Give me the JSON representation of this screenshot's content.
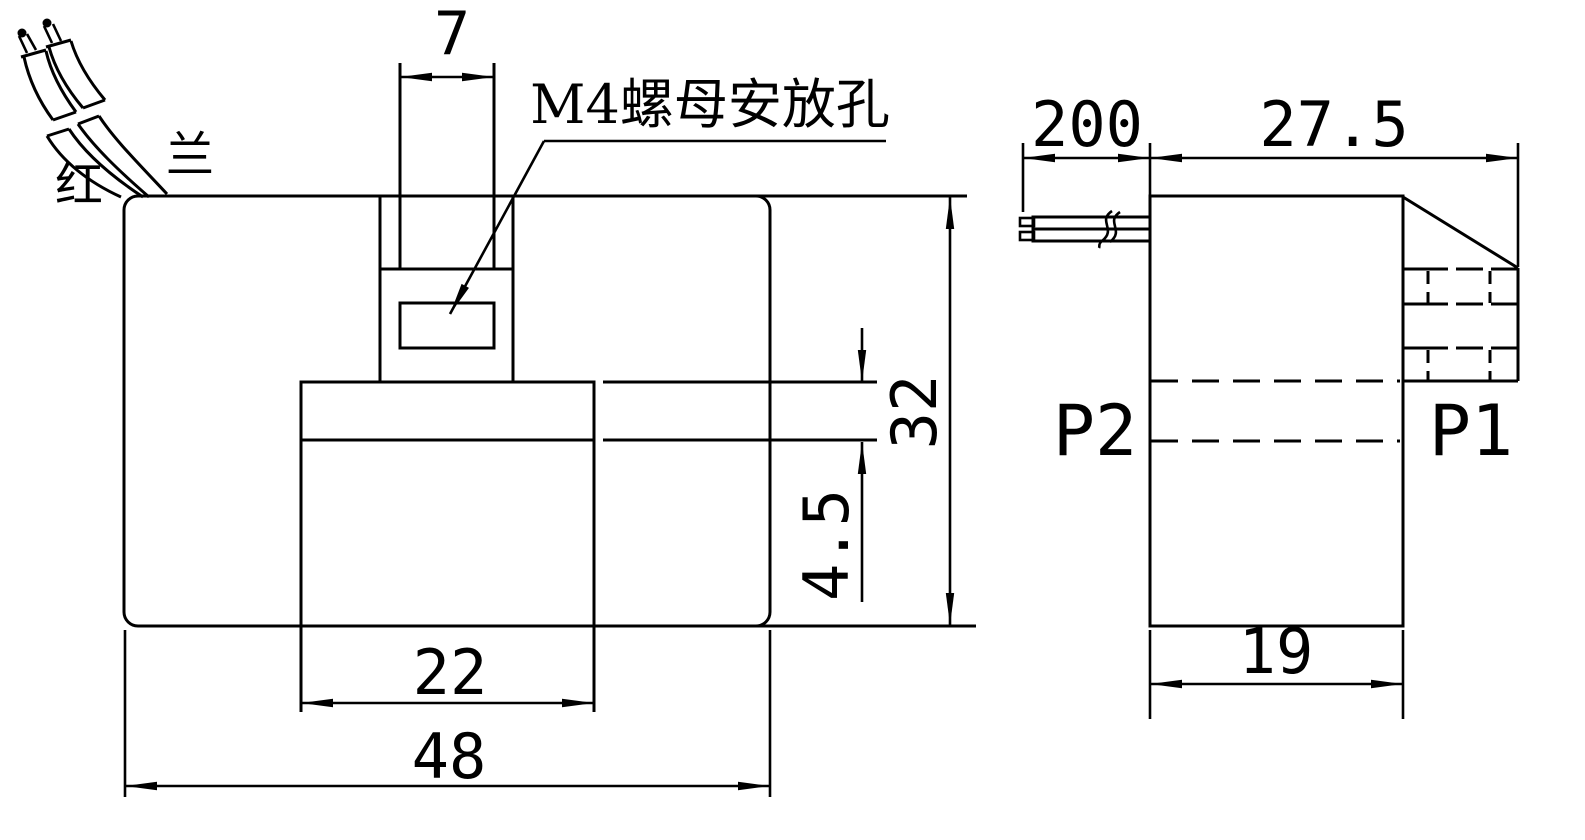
{
  "page": {
    "background_color": "#ffffff",
    "line_color": "#000000"
  },
  "front_view": {
    "wire_label_red": "红",
    "wire_label_blue": "兰",
    "note_m4": "M4螺母安放孔",
    "dim_tab_width": "7",
    "dim_slot_width": "22",
    "dim_body_width": "48",
    "dim_step_height": "4.5",
    "dim_body_height": "32"
  },
  "side_view": {
    "dim_wire_length": "200",
    "dim_depth": "27.5",
    "dim_bottom_width": "19",
    "label_p1": "P1",
    "label_p2": "P2"
  }
}
